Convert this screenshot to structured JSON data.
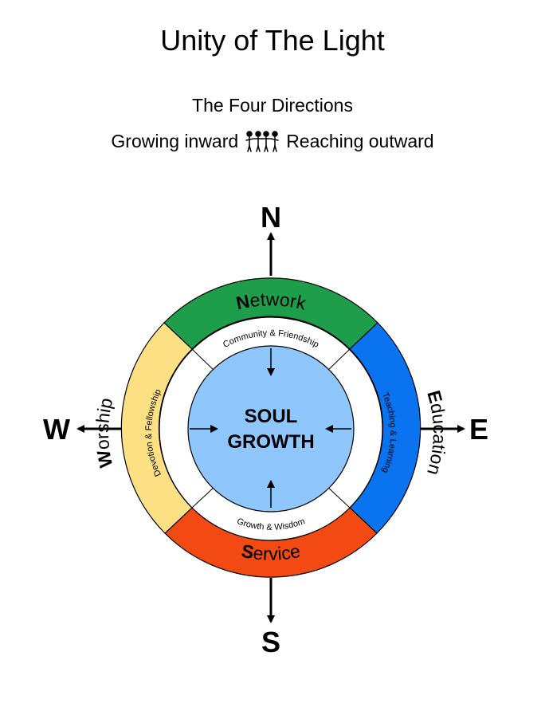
{
  "header": {
    "title": "Unity of The Light",
    "subtitle": "The Four Directions",
    "tagline_left": "Growing inward",
    "tagline_right": "Reaching outward",
    "tagline_icon": "people-group-icon"
  },
  "compass": {
    "north": "N",
    "south": "S",
    "east": "E",
    "west": "W"
  },
  "outer_ring": {
    "north": {
      "initial": "N",
      "rest": "etwork",
      "color": "#1e9e4a"
    },
    "east": {
      "initial": "E",
      "rest": "ducation",
      "color": "#0a74f0"
    },
    "south": {
      "initial": "S",
      "rest": "ervice",
      "color": "#f24a12"
    },
    "west": {
      "initial": "W",
      "rest": "orship",
      "color": "#fde084"
    }
  },
  "inner_ring": {
    "north": "Community & Friendship",
    "east": "Teaching & Learning",
    "south": "Growth & Wisdom",
    "west": "Devotion & Fellowship"
  },
  "center": {
    "line1": "SOUL",
    "line2": "GROWTH",
    "color": "#8fc6fb"
  }
}
